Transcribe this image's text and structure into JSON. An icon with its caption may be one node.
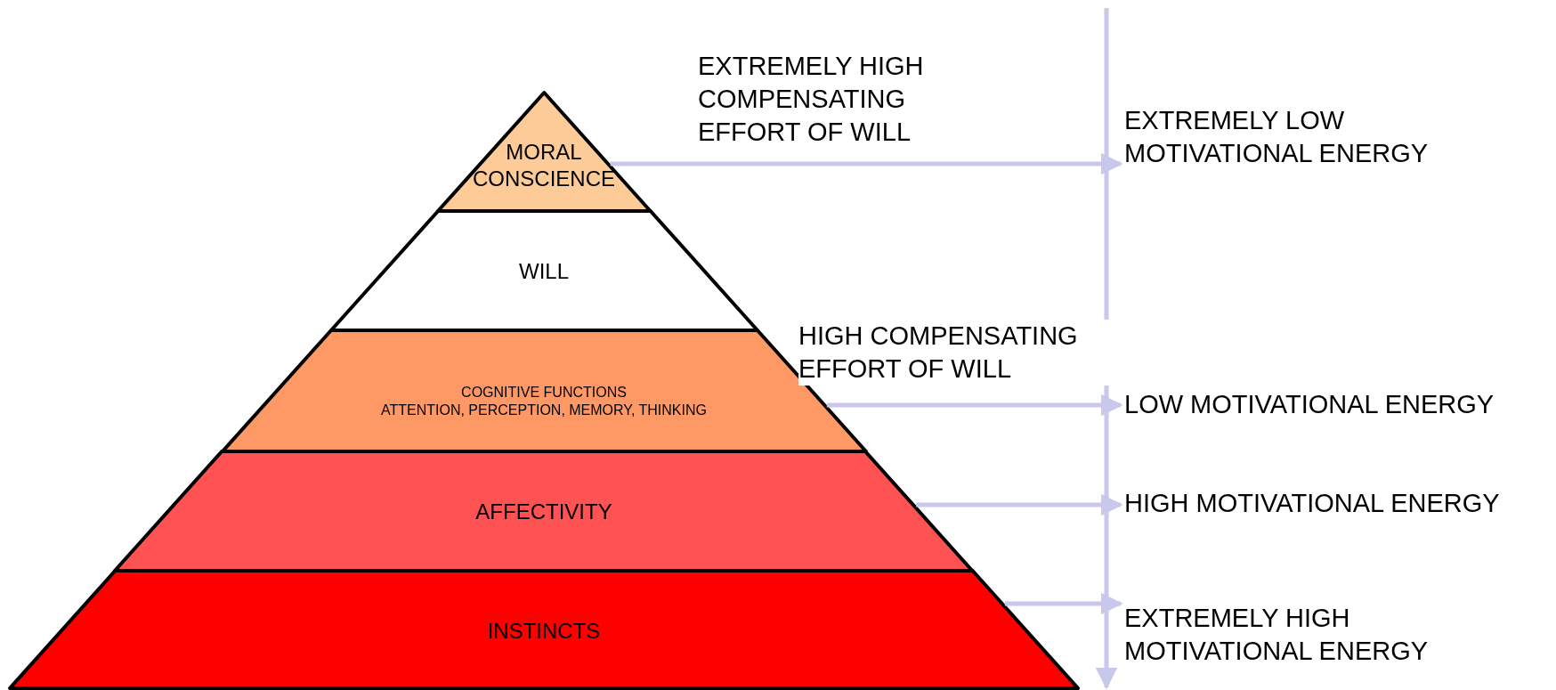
{
  "diagram": {
    "nodes": [
      {
        "text": [
          "MORAL CONSCIENCE"
        ]
      },
      {
        "text": [
          "WILL"
        ]
      },
      {
        "text": [
          "COGNITIVE FUNCTIONS",
          "ATTENTION, PERCEPTION, MEMORY, THINKING"
        ]
      },
      {
        "text": [
          "AFFECTIVITY"
        ]
      },
      {
        "text": [
          "INSTINCTS"
        ]
      },
      {
        "text": [
          "EXTREMELY LOW MOTIVATIONAL ENERGY"
        ]
      },
      {
        "text": [
          "LOW MOTIVATIONAL ENERGY"
        ]
      },
      {
        "text": [
          "HIGH MOTIVATIONAL ENERGY"
        ]
      },
      {
        "text": [
          "EXTREMELY HIGH MOTIVATIONAL ENERGY"
        ]
      }
    ],
    "edges": [
      {
        "from": 0,
        "to": 5,
        "arrow": "to",
        "label": "EXTREMELY HIGH COMPENSATING EFFORT OF WILL"
      },
      {
        "from": 2,
        "to": 6,
        "arrow": "to",
        "label": "HIGH COMPENSATING EFFORT OF WILL"
      },
      {
        "from": 3,
        "to": 7,
        "arrow": "to"
      },
      {
        "from": 4,
        "to": 8,
        "arrow": "to"
      }
    ]
  }
}
